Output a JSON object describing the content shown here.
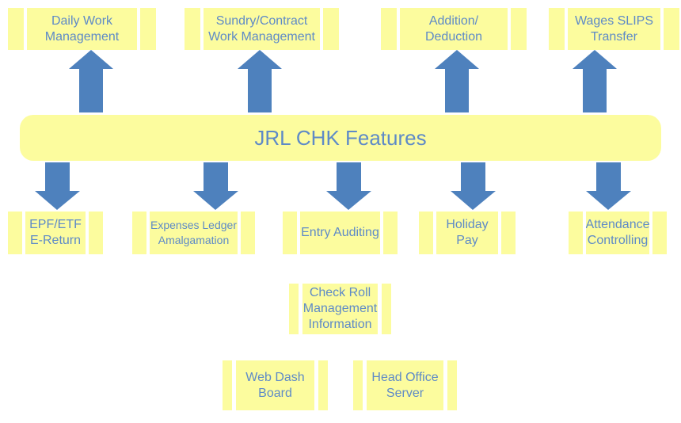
{
  "colors": {
    "background": "#FFFFFF",
    "node_yellow": "#FCFC9E",
    "arrow_blue": "#4E81BD",
    "text_blue": "#5E8AC7"
  },
  "center": {
    "label": "JRL CHK Features"
  },
  "nodes": {
    "top": [
      {
        "label": "Daily Work\nManagement"
      },
      {
        "label": "Sundry/Contract\nWork Management"
      },
      {
        "label": "Addition/\nDeduction"
      },
      {
        "label": "Wages SLIPS\nTransfer"
      }
    ],
    "middle": [
      {
        "label": "EPF/ETF\nE-Return"
      },
      {
        "label": "Expenses Ledger\nAmalgamation"
      },
      {
        "label": "Entry Auditing"
      },
      {
        "label": "Holiday Pay"
      },
      {
        "label": "Attendance\nControlling"
      }
    ],
    "info": {
      "label": "Check Roll\nManagement\nInformation"
    },
    "bottom": [
      {
        "label": "Web Dash\nBoard"
      },
      {
        "label": "Head Office\nServer"
      }
    ]
  },
  "arrows": {
    "up": [
      "arrow-up-to-daily-work",
      "arrow-up-to-sundry-contract",
      "arrow-up-to-addition-deduction",
      "arrow-up-to-wages-slips"
    ],
    "down": [
      "arrow-down-to-epf-etf",
      "arrow-down-to-expenses-ledger",
      "arrow-down-to-entry-auditing",
      "arrow-down-to-holiday-pay",
      "arrow-down-to-attendance"
    ]
  }
}
